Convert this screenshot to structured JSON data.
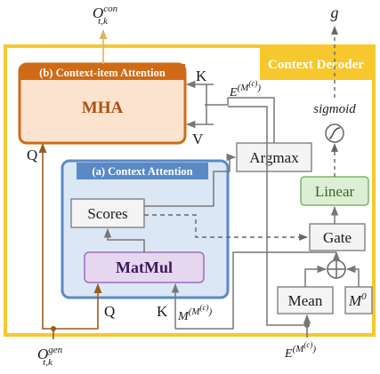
{
  "outer_block": {
    "title": "Context Decoder",
    "border_color": "#f7c82e"
  },
  "mha_block": {
    "title": "(b) Context-item Attention",
    "core": "MHA",
    "color": "#cf6b17",
    "fill": "#fbe3cf"
  },
  "context_attention": {
    "title": "(a) Context Attention",
    "color": "#5a8ac6",
    "fill": "#dce7f5"
  },
  "nodes": {
    "scores": "Scores",
    "matmul": "MatMul",
    "argmax": "Argmax",
    "linear": "Linear",
    "gate": "Gate",
    "mean": "Mean",
    "sigmoid": "sigmoid"
  },
  "ports": {
    "k_top": "K",
    "v": "V",
    "q_left": "Q",
    "q_bottom": "Q",
    "k_bottom": "K"
  },
  "symbols": {
    "o_con_base": "O",
    "o_con_sup": "con",
    "o_con_sub": "t,k",
    "o_gen_base": "O",
    "o_gen_sup": "gen",
    "o_gen_sub": "t,k",
    "g": "g",
    "e_mc_base": "E",
    "e_mc_arg": "(M",
    "e_mc_sup": "(c)",
    "e_mc_close": ")",
    "m_mc_base": "M",
    "m_mc_arg": "(M",
    "m_mc_sup": "(c)",
    "m_mc_close": ")",
    "m0_base": "M",
    "m0_sup": "0"
  }
}
